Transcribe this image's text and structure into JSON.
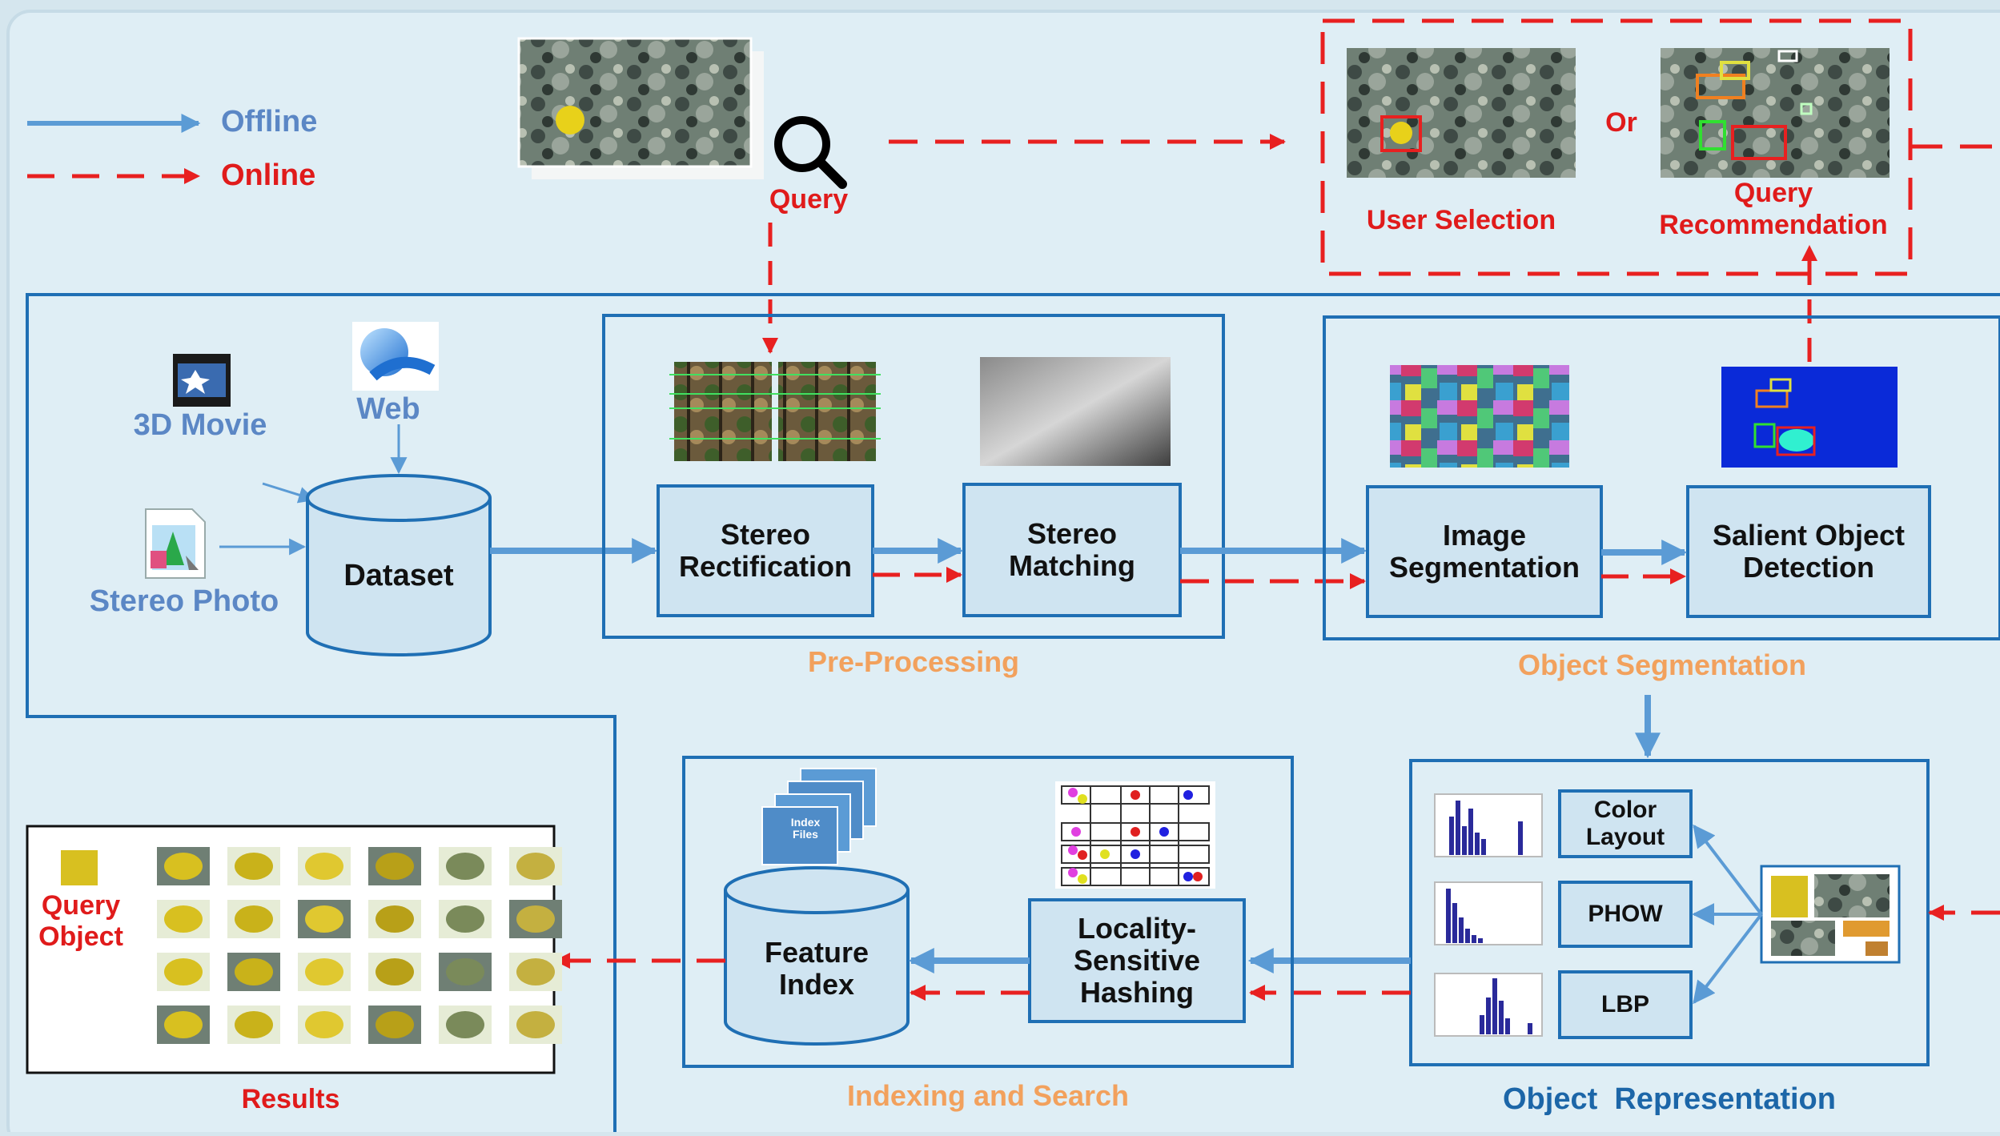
{
  "legend": {
    "offline": "Offline",
    "online": "Online"
  },
  "query": {
    "label": "Query",
    "user_selection": "User Selection",
    "or": "Or",
    "recommendation_line1": "Query",
    "recommendation_line2": "Recommendation"
  },
  "sources": {
    "movie": "3D Movie",
    "web": "Web",
    "photo": "Stereo Photo"
  },
  "dataset": "Dataset",
  "preprocessing": {
    "title": "Pre-Processing",
    "rectification_line1": "Stereo",
    "rectification_line2": "Rectification",
    "matching_line1": "Stereo",
    "matching_line2": "Matching"
  },
  "segmentation": {
    "title": "Object Segmentation",
    "image_seg_line1": "Image",
    "image_seg_line2": "Segmentation",
    "salient_line1": "Salient Object",
    "salient_line2": "Detection"
  },
  "representation": {
    "title": "Object  Representation",
    "color_line1": "Color",
    "color_line2": "Layout",
    "phow": "PHOW",
    "lbp": "LBP"
  },
  "indexing": {
    "title": "Indexing and Search",
    "lsh_line1": "Locality-",
    "lsh_line2": "Sensitive",
    "lsh_line3": "Hashing",
    "index_line1": "Feature",
    "index_line2": "Index",
    "files_line1": "Index",
    "files_line2": "Files"
  },
  "results": {
    "title": "Results",
    "query_line1": "Query",
    "query_line2": "Object"
  },
  "colors": {
    "offline": "#5b9bd5",
    "online": "#e82020",
    "box_border": "#1f6fb4",
    "box_fill": "#cfe4f1",
    "section_title": "#f2a15d",
    "background": "#dfeef5"
  }
}
